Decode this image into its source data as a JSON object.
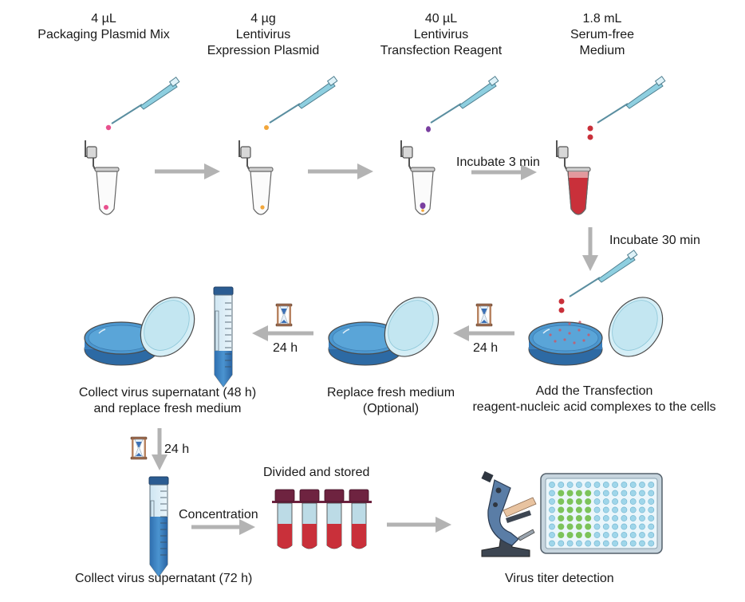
{
  "top_row": [
    {
      "amount": "4 µL",
      "line1": "Packaging Plasmid Mix",
      "line2": "",
      "drop_color": "#e8508e"
    },
    {
      "amount": "4 µg",
      "line1": "Lentivirus",
      "line2": "Expression Plasmid",
      "drop_color": "#f2a63a"
    },
    {
      "amount": "40 µL",
      "line1": "Lentivirus",
      "line2": "Transfection Reagent",
      "drop_color": "#7a3fa0"
    },
    {
      "amount": "1.8 mL",
      "line1": "Serum-free",
      "line2": "Medium",
      "drop_color": "#c9303a"
    }
  ],
  "arrows": {
    "incubate_3": "Incubate 3 min",
    "incubate_30": "Incubate 30 min",
    "wait_1": "24 h",
    "wait_2": "24 h",
    "wait_3": "24 h",
    "concentration": "Concentration"
  },
  "steps": {
    "add_complexes": {
      "line1": "Add the Transfection",
      "line2": "reagent-nucleic acid complexes to the cells"
    },
    "replace_medium": {
      "line1": "Replace fresh medium",
      "line2": "(Optional)"
    },
    "collect_48": {
      "line1": "Collect virus supernatant (48 h)",
      "line2": "and replace fresh medium"
    },
    "collect_72": {
      "line1": "Collect virus supernatant (72 h)"
    },
    "divided": {
      "line1": "Divided and stored"
    },
    "titer": {
      "line1": "Virus titer detection"
    }
  },
  "plate": {
    "rows": 8,
    "cols": 12,
    "positive_rows": [
      2,
      3,
      4,
      5,
      6,
      7
    ],
    "positive_cols": [
      2,
      3,
      4,
      5
    ]
  },
  "colors": {
    "arrow": "#b3b3b3",
    "medium_blue": "#3c84bf",
    "lid_blue": "#bfe4ef",
    "tip_blue": "#8ecfe0",
    "red_medium": "#c9303a",
    "cap_maroon": "#6e2340",
    "well_blue": "#9fd6ea",
    "well_green": "#7cc35a"
  }
}
